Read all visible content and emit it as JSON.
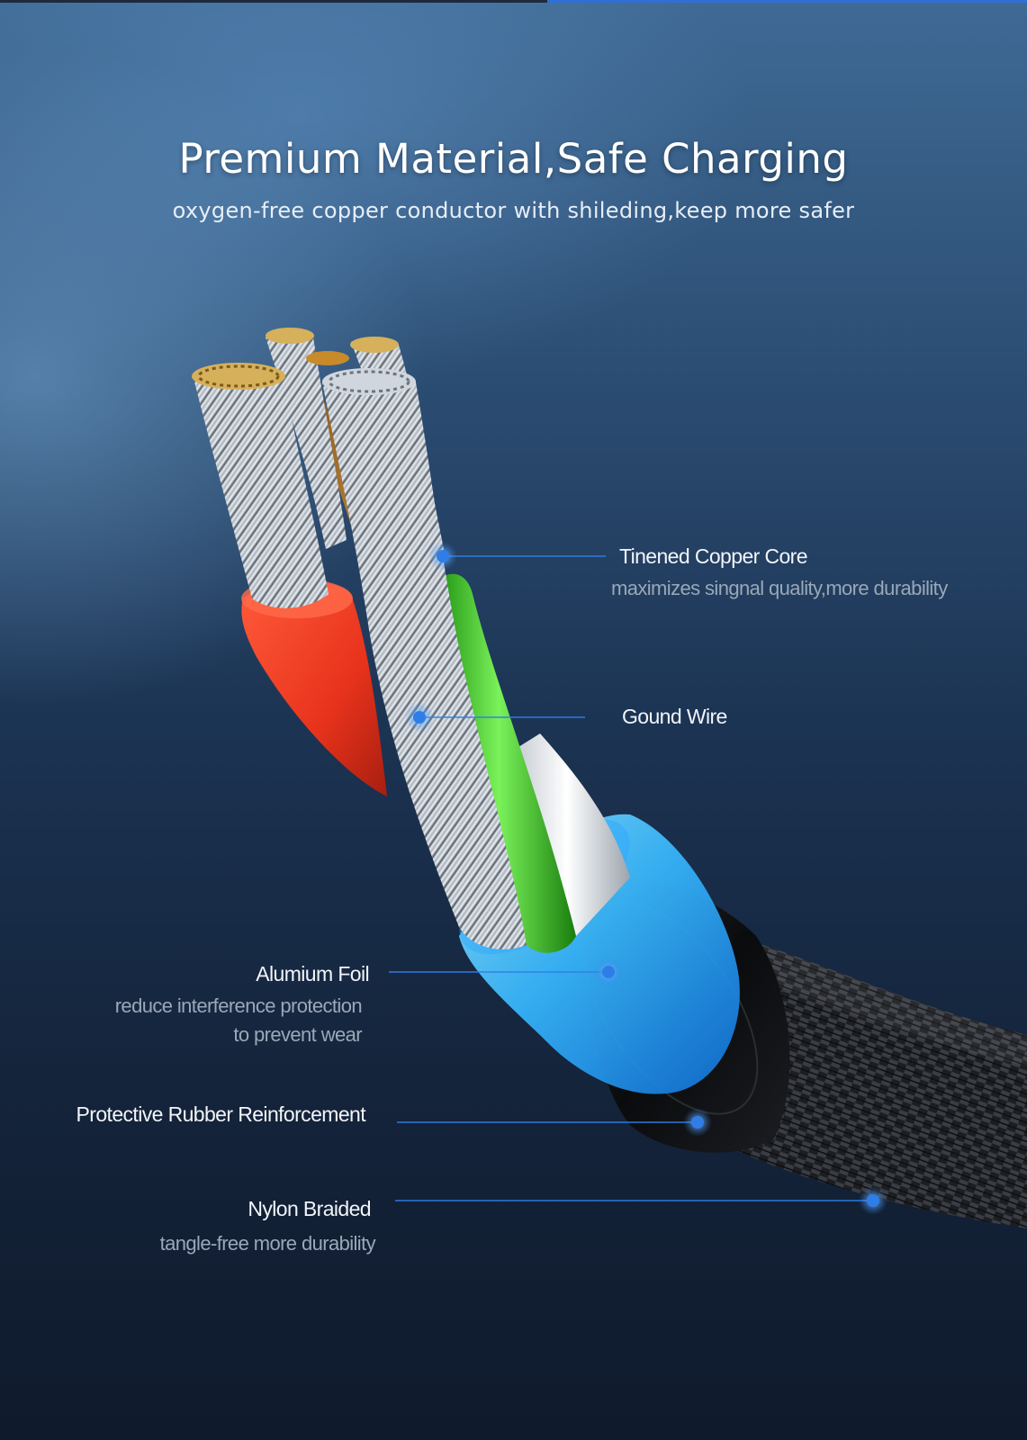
{
  "hero": {
    "title": "Premium Material,Safe Charging",
    "subtitle": "oxygen-free copper conductor with shileding,keep more safer"
  },
  "callouts": [
    {
      "title": "Tinened Copper Core",
      "description": "maximizes singnal quality,more durability"
    },
    {
      "title": "Gound Wire",
      "description": ""
    },
    {
      "title": "Alumium Foil",
      "description_line1": "reduce interference protection",
      "description_line2": "to prevent wear"
    },
    {
      "title": "Protective Rubber Reinforcement",
      "description": ""
    },
    {
      "title": "Nylon Braided",
      "description": "tangle-free more durability"
    }
  ],
  "colors": {
    "accent_blue": "#2f7ee8",
    "red_insulation": "#f23a22",
    "green_insulation": "#3ad31e",
    "foil_cyan": "#41c6ff"
  },
  "icons": [
    "callout-dot-icon"
  ]
}
